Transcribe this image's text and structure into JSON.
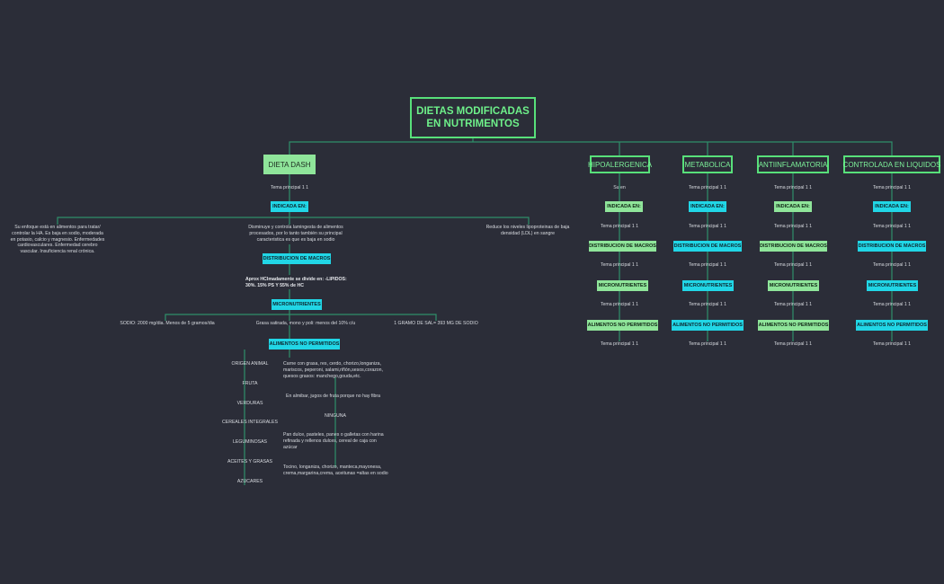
{
  "root": "DIETAS MODIFICADAS EN NUTRIMENTOS",
  "root_line1": "DIETAS MODIFICADAS",
  "root_line2": "EN NUTRIMENTOS",
  "main_topics": [
    "DIETA DASH",
    "HIPOALERGENICA",
    "METABOLICA",
    "ANTIINFLAMATORIA",
    "CONTROLADA EN LIQUIDOS"
  ],
  "dash": {
    "tema": "Tema principal 1 1",
    "indicada": "INDICADA EN:",
    "left_text": "Su enfoque está en alimentos para tratar/ controlar la HA. Es baja en sodio, moderada en potasio, calcio y magnesio. Enfermedades cardiovasculares. Enfermedad cerebro vascular. Insuficiencia renal crónica.",
    "mid_text": "Disminuye y controla lamingesta de alimentos procesados, por lo tanto también su principal caracteristica es que es baja en sodio",
    "right_text": "Reduce los niveles lipoproteinas de baja densidad (LDL) en sangre",
    "distribucion": "DISTRIBUCION DE MACROS",
    "macros_text": "Aprox HClmadamente se divide en: -LIPIDOS: 30%. 15% PS Y 55% de HC",
    "micro": "MICRONUTRIENTES",
    "micro_items": [
      "SODIO: 2000 mg/dia. Menos de 5 gramos/dia",
      "Grasa satirada, mono y poli: menos del 10% c/u",
      "1 GRAMO DE SAL= 393 MG DE SODIO"
    ],
    "alimentos": "ALIMENTOS NO PERMITIDOS",
    "categories": [
      "ORIGEN ANIMAL",
      "FRUTA",
      "VERDURAS",
      "CEREALES INTEGRALES",
      "LEGUMINOSAS",
      "ACEITES Y GRASAS",
      "AZUCARES"
    ],
    "details": [
      "Carne con grasa, res, cerdo, chorizo,longaniza, mariscos, peperoni, salami,riñón,sesos,corazon, quesos grasos: manchego,gouda,etc.",
      "En almibar, jugos de fruta porque no hay fibra",
      "NINGUNA",
      "Pan dulce, pasteles, panes o galletas con harina refinada y rellenos dulces, cereal de caja con azúcar",
      "Tocino, longaniza, chorizo, manteca,mayonesa, crema,margarina,crema, aceitunas =altas en sodio"
    ]
  },
  "columns": [
    {
      "first": "Su en",
      "tema": "Tema principal 1 1",
      "indicada": "INDICADA EN:",
      "distribucion": "DISTRIBUCION DE MACROS",
      "micro": "MICRONUTRIENTES",
      "alimentos": "ALIMENTOS NO PERMITIDOS"
    },
    {
      "first": "Tema principal 1 1",
      "tema": "Tema principal 1 1",
      "indicada": "INDICADA EN:",
      "distribucion": "DISTRIBUCION DE MACROS",
      "micro": "MICRONUTRIENTES",
      "alimentos": "ALIMENTOS NO PERMITIDOS"
    },
    {
      "first": "Tema principal 1 1",
      "tema": "Tema principal 1 1",
      "indicada": "INDICADA EN:",
      "distribucion": "DISTRIBUCION DE MACROS",
      "micro": "MICRONUTRIENTES",
      "alimentos": "ALIMENTOS NO PERMITIDOS"
    },
    {
      "first": "Tema principal 1 1",
      "tema": "Tema principal 1 1",
      "indicada": "INDICADA EN:",
      "distribucion": "DISTRIBUCION DE MACROS",
      "micro": "MICRONUTRIENTES",
      "alimentos": "ALIMENTOS NO PERMITIDOS"
    }
  ],
  "colors": {
    "background": "#2b2d38",
    "accent_green": "#58e07a",
    "pill_green": "#8fe59a",
    "pill_cyan": "#21d6e6",
    "line": "#2f8f6a"
  }
}
